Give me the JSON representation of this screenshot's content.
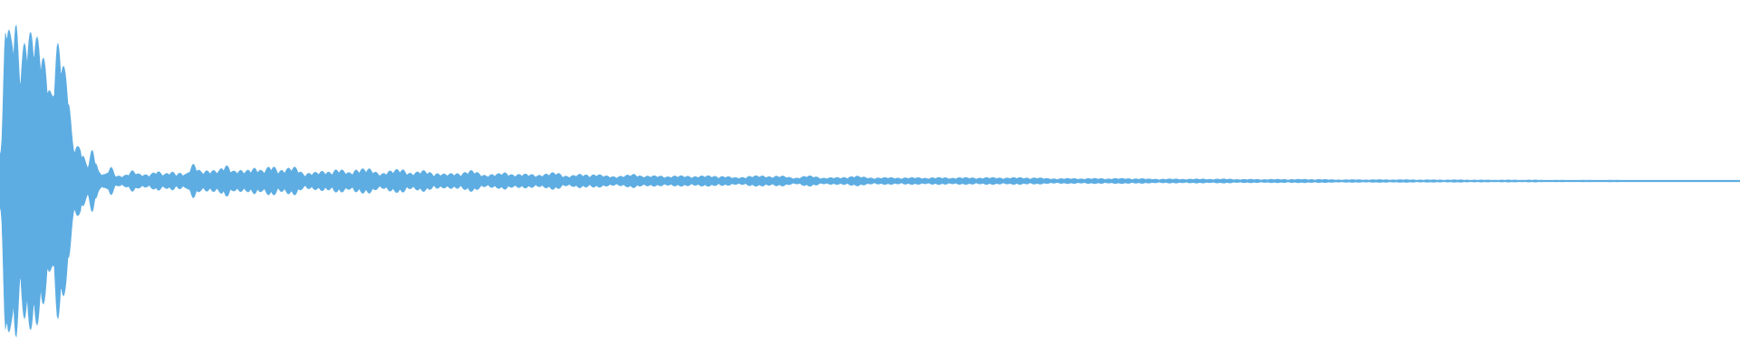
{
  "waveform": {
    "color": "#5dade2",
    "background": "#ffffff",
    "peaks": [
      [
        1,
        0.2
      ],
      [
        7,
        0.97
      ],
      [
        12,
        0.83
      ],
      [
        17,
        0.98
      ],
      [
        22,
        0.78
      ],
      [
        29,
        0.86
      ],
      [
        36,
        0.84
      ],
      [
        44,
        0.82
      ],
      [
        50,
        0.76
      ],
      [
        57,
        0.52
      ],
      [
        64,
        0.78
      ],
      [
        73,
        0.64
      ],
      [
        82,
        0.22
      ],
      [
        88,
        0.2
      ],
      [
        96,
        0.1
      ],
      [
        103,
        0.2
      ],
      [
        110,
        0.06
      ],
      [
        116,
        0.04
      ],
      [
        122,
        0.08
      ],
      [
        129,
        0.03
      ],
      [
        138,
        0.04
      ],
      [
        146,
        0.06
      ],
      [
        154,
        0.04
      ],
      [
        160,
        0.04
      ],
      [
        167,
        0.05
      ],
      [
        172,
        0.06
      ],
      [
        181,
        0.04
      ],
      [
        190,
        0.06
      ],
      [
        198,
        0.05
      ],
      [
        205,
        0.04
      ],
      [
        214,
        0.1
      ],
      [
        222,
        0.07
      ],
      [
        232,
        0.06
      ],
      [
        240,
        0.06
      ],
      [
        250,
        0.11
      ],
      [
        258,
        0.06
      ],
      [
        270,
        0.06
      ],
      [
        280,
        0.09
      ],
      [
        290,
        0.06
      ],
      [
        300,
        0.09
      ],
      [
        312,
        0.07
      ],
      [
        325,
        0.08
      ],
      [
        336,
        0.05
      ],
      [
        348,
        0.05
      ],
      [
        360,
        0.06
      ],
      [
        372,
        0.07
      ],
      [
        386,
        0.05
      ],
      [
        394,
        0.08
      ],
      [
        406,
        0.07
      ],
      [
        418,
        0.05
      ],
      [
        430,
        0.06
      ],
      [
        444,
        0.07
      ],
      [
        456,
        0.05
      ],
      [
        468,
        0.06
      ],
      [
        480,
        0.05
      ],
      [
        492,
        0.04
      ],
      [
        506,
        0.05
      ],
      [
        520,
        0.06
      ],
      [
        534,
        0.04
      ],
      [
        546,
        0.04
      ],
      [
        558,
        0.05
      ],
      [
        572,
        0.04
      ],
      [
        586,
        0.04
      ],
      [
        600,
        0.04
      ],
      [
        614,
        0.05
      ],
      [
        628,
        0.03
      ],
      [
        642,
        0.04
      ],
      [
        656,
        0.04
      ],
      [
        670,
        0.03
      ],
      [
        686,
        0.03
      ],
      [
        700,
        0.04
      ],
      [
        716,
        0.03
      ],
      [
        732,
        0.03
      ],
      [
        748,
        0.03
      ],
      [
        764,
        0.03
      ],
      [
        780,
        0.03
      ],
      [
        796,
        0.03
      ],
      [
        812,
        0.02
      ],
      [
        828,
        0.03
      ],
      [
        844,
        0.03
      ],
      [
        860,
        0.03
      ],
      [
        876,
        0.02
      ],
      [
        892,
        0.03
      ],
      [
        910,
        0.02
      ],
      [
        926,
        0.02
      ],
      [
        942,
        0.03
      ],
      [
        960,
        0.02
      ],
      [
        978,
        0.02
      ],
      [
        996,
        0.02
      ],
      [
        1014,
        0.02
      ],
      [
        1032,
        0.02
      ],
      [
        1050,
        0.02
      ],
      [
        1068,
        0.02
      ],
      [
        1086,
        0.02
      ],
      [
        1104,
        0.02
      ],
      [
        1122,
        0.02
      ],
      [
        1140,
        0.02
      ],
      [
        1158,
        0.015
      ],
      [
        1176,
        0.015
      ],
      [
        1194,
        0.015
      ],
      [
        1212,
        0.015
      ],
      [
        1232,
        0.015
      ],
      [
        1252,
        0.015
      ],
      [
        1272,
        0.012
      ],
      [
        1292,
        0.012
      ],
      [
        1312,
        0.012
      ],
      [
        1332,
        0.012
      ],
      [
        1352,
        0.012
      ],
      [
        1372,
        0.01
      ],
      [
        1392,
        0.01
      ],
      [
        1412,
        0.01
      ],
      [
        1432,
        0.01
      ],
      [
        1452,
        0.01
      ],
      [
        1472,
        0.008
      ],
      [
        1492,
        0.008
      ],
      [
        1512,
        0.008
      ],
      [
        1532,
        0.008
      ],
      [
        1552,
        0.008
      ],
      [
        1572,
        0.007
      ],
      [
        1592,
        0.007
      ],
      [
        1612,
        0.007
      ],
      [
        1632,
        0.006
      ],
      [
        1652,
        0.006
      ],
      [
        1672,
        0.006
      ],
      [
        1692,
        0.006
      ],
      [
        1712,
        0.005
      ],
      [
        1732,
        0.005
      ],
      [
        1752,
        0.005
      ],
      [
        1772,
        0.005
      ],
      [
        1792,
        0.005
      ],
      [
        1812,
        0.004
      ],
      [
        1832,
        0.004
      ],
      [
        1852,
        0.004
      ],
      [
        1872,
        0.004
      ],
      [
        1892,
        0.004
      ],
      [
        1910,
        0.004
      ]
    ]
  }
}
